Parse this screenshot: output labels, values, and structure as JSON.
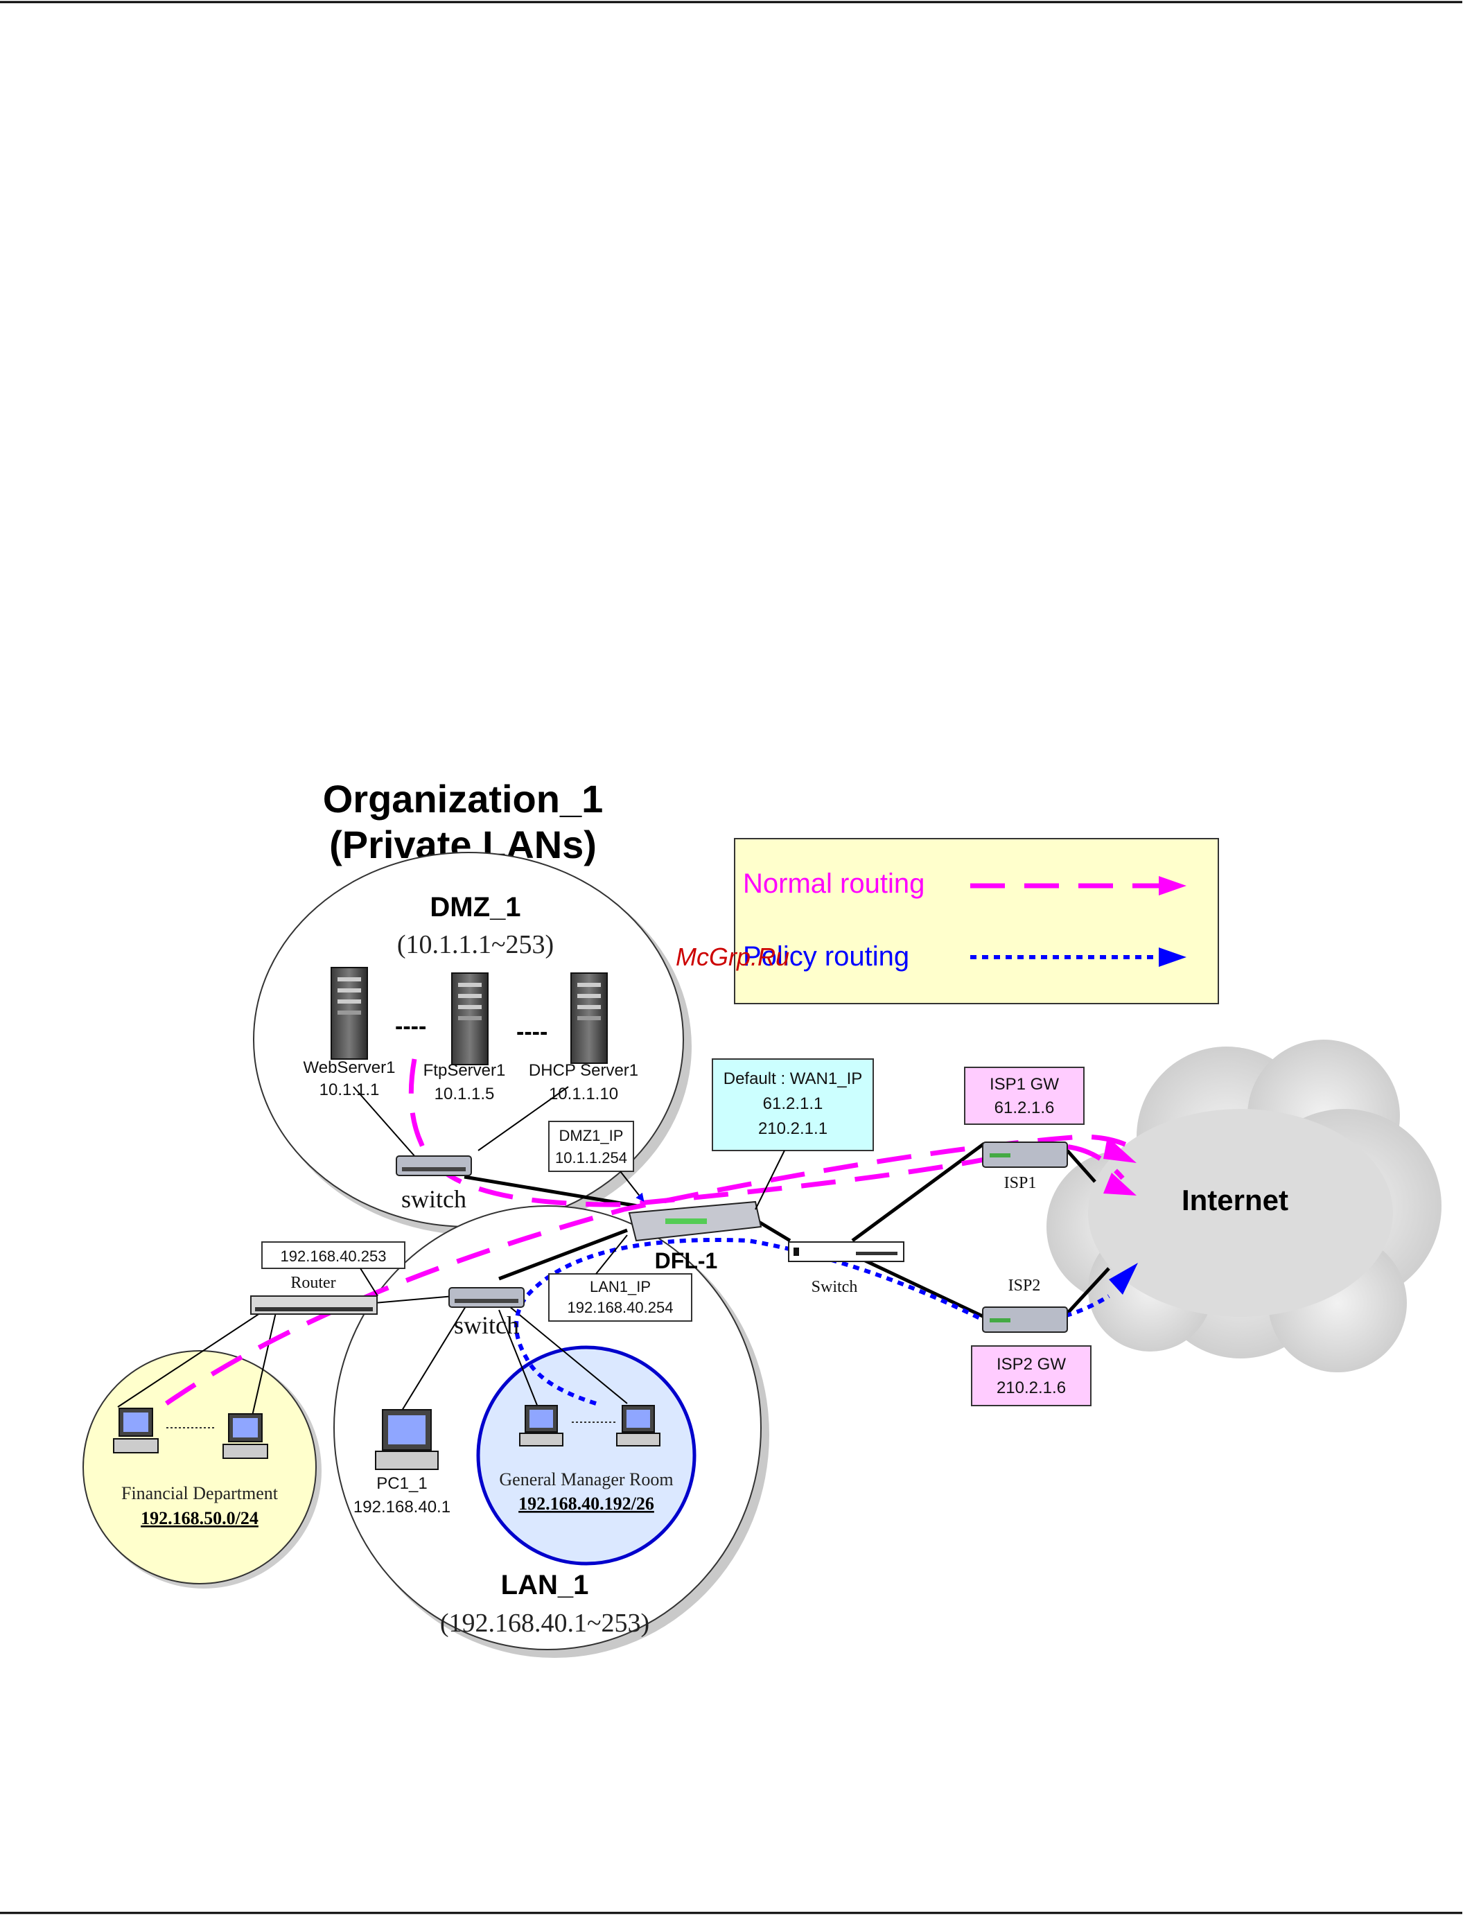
{
  "title": {
    "line1": "Organization_1",
    "line2": "(Private LANs)"
  },
  "legend": {
    "normal_label": "Normal routing",
    "policy_label": "Policy routing",
    "normal_color": "#ff00ff",
    "policy_color": "#0000ff",
    "bg_color": "#ffffcc"
  },
  "watermark": "McGrp.Ru",
  "dmz": {
    "title": "DMZ_1",
    "range": "(10.1.1.1~253)",
    "servers": [
      {
        "name": "WebServer1",
        "ip": "10.1.1.1"
      },
      {
        "name": "FtpServer1",
        "ip": "10.1.1.5"
      },
      {
        "name": "DHCP Server1",
        "ip": "10.1.1.10"
      }
    ],
    "ellipsis": "----",
    "switch_label": "switch"
  },
  "lan": {
    "title": "LAN_1",
    "range": "(192.168.40.1~253)",
    "switch_label": "switch",
    "pc1_name": "PC1_1",
    "pc1_ip": "192.168.40.1"
  },
  "gm_room": {
    "name": "General Manager Room",
    "subnet": "192.168.40.192/26",
    "color": "#dbe8ff"
  },
  "financial": {
    "name": "Financial Department",
    "subnet": "192.168.50.0/24",
    "color": "#ffffcc"
  },
  "router": {
    "label": "Router",
    "ip_box": "192.168.40.253"
  },
  "dfl": {
    "label": "DFL-1"
  },
  "callouts": {
    "dmz_ip_name": "DMZ1_IP",
    "dmz_ip_value": "10.1.1.254",
    "lan_ip_name": "LAN1_IP",
    "lan_ip_value": "192.168.40.254",
    "default_line1": "Default : WAN1_IP",
    "default_line2": "61.2.1.1",
    "default_line3": "210.2.1.1",
    "default_color": "#ccffff"
  },
  "wan_switch": {
    "label": "Switch"
  },
  "isp1": {
    "label": "ISP1",
    "gw_name": "ISP1 GW",
    "gw_ip": "61.2.1.6",
    "gw_color": "#ffccff"
  },
  "isp2": {
    "label": "ISP2",
    "gw_name": "ISP2 GW",
    "gw_ip": "210.2.1.6",
    "gw_color": "#ffccff"
  },
  "internet": {
    "label": "Internet"
  },
  "page_rules": {
    "top": true,
    "bottom": true
  }
}
